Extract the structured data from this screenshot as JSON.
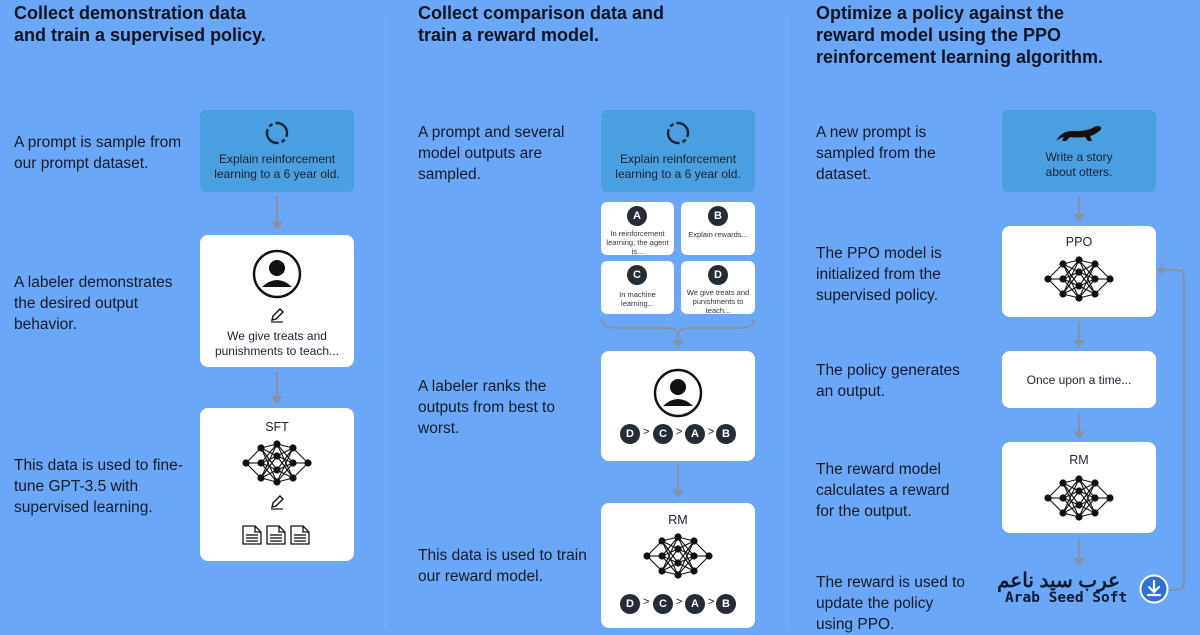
{
  "columns": [
    {
      "heading_line1": "Collect demonstration data",
      "heading_line2": "and train a supervised policy.",
      "steps": [
        "A prompt is sample from our prompt dataset.",
        "A labeler demonstrates the desired output behavior.",
        "This data is used to fine-tune GPT-3.5 with supervised learning."
      ],
      "prompt_card": "Explain reinforcement learning to a 6 year old.",
      "demo_card": "We give treats and punishments to teach...",
      "model_card": "SFT"
    },
    {
      "heading_line1": "Collect comparison data and",
      "heading_line2": "train a reward model.",
      "steps": [
        "A prompt and several model outputs are sampled.",
        "A labeler ranks the outputs from best to worst.",
        "This data is used to train our reward model."
      ],
      "prompt_card": "Explain reinforcement learning to a 6 year old.",
      "outputs": [
        {
          "letter": "A",
          "text": "In reinforcement learning, the agent is..."
        },
        {
          "letter": "B",
          "text": "Explain rewards..."
        },
        {
          "letter": "C",
          "text": "In machine learning..."
        },
        {
          "letter": "D",
          "text": "We give treats and punishments to teach..."
        }
      ],
      "ranking": [
        "D",
        "C",
        "A",
        "B"
      ],
      "model_card": "RM"
    },
    {
      "heading_line1": "Optimize a policy against the",
      "heading_line2": "reward model using the PPO",
      "heading_line3": "reinforcement learning algorithm.",
      "steps": [
        "A new prompt is sampled from the dataset.",
        "The PPO model is initialized from the supervised policy.",
        "The policy generates an output.",
        "The reward model calculates a reward for the output.",
        "The reward is used to update the policy using PPO."
      ],
      "prompt_card": "Write a story about otters.",
      "ppo_card": "PPO",
      "output_card": "Once upon a time...",
      "rm_card": "RM"
    }
  ],
  "watermark": {
    "arabic": "عرب سيد ناعم",
    "latin": "Arab Seed Soft"
  }
}
